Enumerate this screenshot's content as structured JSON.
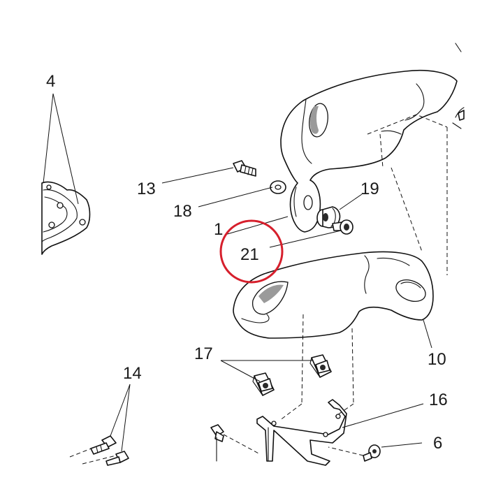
{
  "highlight": {
    "target_label": "21",
    "color": "#d61f2c"
  },
  "callouts": {
    "c1": "1",
    "c4": "4",
    "c6": "6",
    "c10": "10",
    "c13": "13",
    "c14": "14",
    "c16": "16",
    "c17": "17",
    "c18": "18",
    "c19": "19",
    "c21": "21"
  },
  "colors": {
    "line": "#111111",
    "background": "#ffffff"
  }
}
